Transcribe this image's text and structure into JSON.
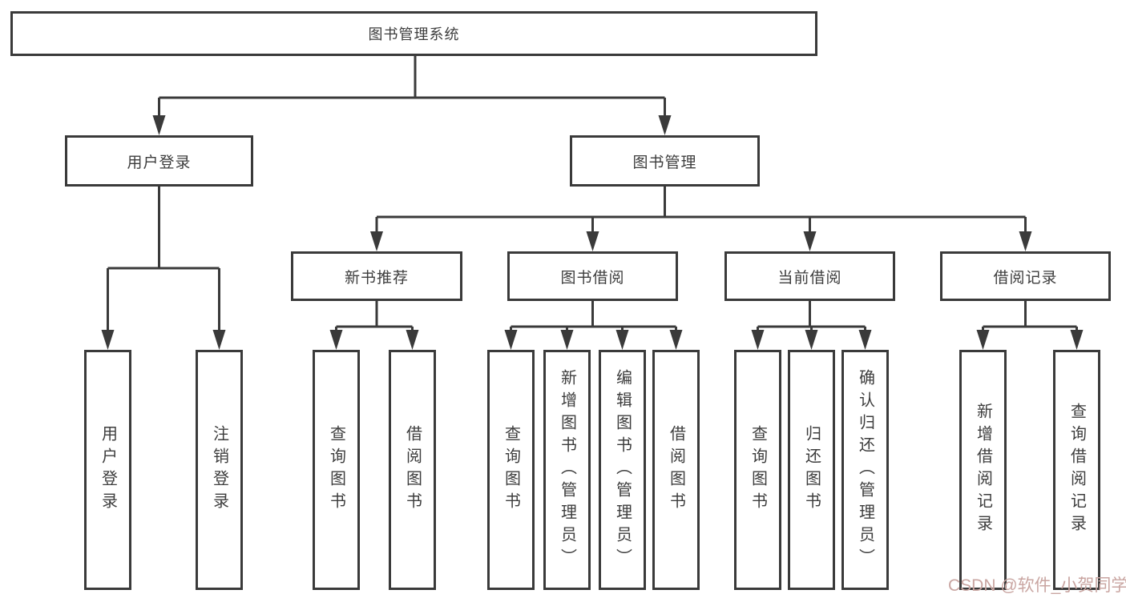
{
  "diagram": {
    "title": "图书管理系统",
    "nodes": {
      "user_login": "用户登录",
      "book_mgmt": "图书管理",
      "new_book_rec": "新书推荐",
      "book_borrow": "图书借阅",
      "current_borrow": "当前借阅",
      "borrow_records": "借阅记录",
      "leaf_user_login": "用户登录",
      "leaf_logout": "注销登录",
      "leaf_rec_query_book": "查询图书",
      "leaf_rec_borrow_book": "借阅图书",
      "leaf_bb_query_book": "查询图书",
      "leaf_bb_add_book": "新增图书（管理员）",
      "leaf_bb_edit_book": "编辑图书（管理员）",
      "leaf_bb_borrow_book": "借阅图书",
      "leaf_cb_query_book": "查询图书",
      "leaf_cb_return_book": "归还图书",
      "leaf_cb_confirm_return": "确认归还（管理员）",
      "leaf_br_add_record": "新增借阅记录",
      "leaf_br_query_record": "查询借阅记录"
    },
    "colors": {
      "line": "#3a3a3a",
      "text": "#3d3d3d",
      "watermark": "#c9a5a1"
    }
  },
  "watermark": {
    "text": "CSDN @软件_小贺同学"
  }
}
